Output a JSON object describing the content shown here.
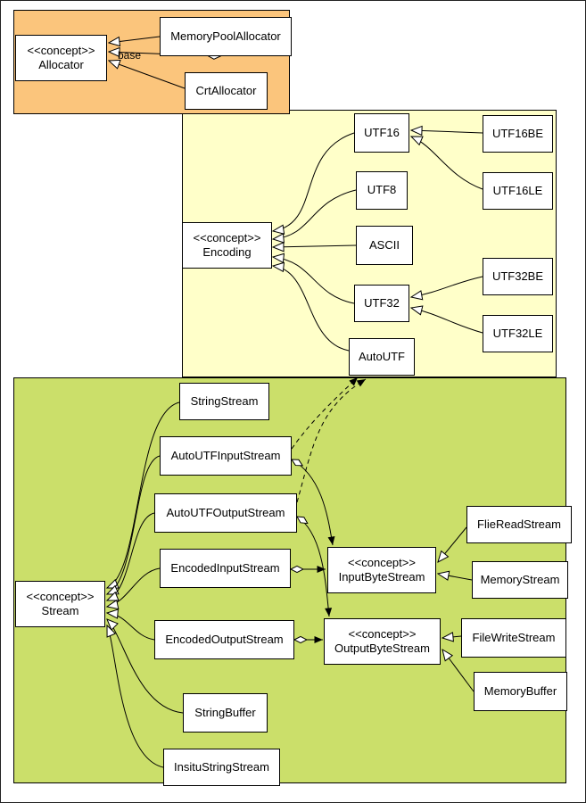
{
  "regions": {
    "allocators": {
      "color": "#fbc57c"
    },
    "encodings": {
      "color": "#ffffc9"
    },
    "streams": {
      "color": "#cbdf6a"
    }
  },
  "nodes": {
    "memoryPoolAllocator": {
      "label": "MemoryPoolAllocator"
    },
    "crtAllocator": {
      "label": "CrtAllocator"
    },
    "allocator": {
      "stereotype": "<<concept>>",
      "name": "Allocator"
    },
    "utf16": {
      "label": "UTF16"
    },
    "utf16be": {
      "label": "UTF16BE"
    },
    "utf16le": {
      "label": "UTF16LE"
    },
    "utf8": {
      "label": "UTF8"
    },
    "ascii": {
      "label": "ASCII"
    },
    "utf32": {
      "label": "UTF32"
    },
    "utf32be": {
      "label": "UTF32BE"
    },
    "utf32le": {
      "label": "UTF32LE"
    },
    "autoUtf": {
      "label": "AutoUTF"
    },
    "encoding": {
      "stereotype": "<<concept>>",
      "name": "Encoding"
    },
    "stringStream": {
      "label": "StringStream"
    },
    "autoUtfInputStream": {
      "label": "AutoUTFInputStream"
    },
    "autoUtfOutputStream": {
      "label": "AutoUTFOutputStream"
    },
    "encodedInputStream": {
      "label": "EncodedInputStream"
    },
    "encodedOutputStream": {
      "label": "EncodedOutputStream"
    },
    "stringBuffer": {
      "label": "StringBuffer"
    },
    "insituStringStream": {
      "label": "InsituStringStream"
    },
    "stream": {
      "stereotype": "<<concept>>",
      "name": "Stream"
    },
    "inputByteStream": {
      "stereotype": "<<concept>>",
      "name": "InputByteStream"
    },
    "outputByteStream": {
      "stereotype": "<<concept>>",
      "name": "OutputByteStream"
    },
    "flieReadStream": {
      "label": "FlieReadStream"
    },
    "memoryStream": {
      "label": "MemoryStream"
    },
    "fileWriteStream": {
      "label": "FileWriteStream"
    },
    "memoryBuffer": {
      "label": "MemoryBuffer"
    }
  },
  "edge_labels": {
    "base": "base"
  },
  "edges": [
    {
      "from": "MemoryPoolAllocator",
      "to": "Allocator",
      "type": "generalization"
    },
    {
      "from": "MemoryPoolAllocator",
      "to": "Allocator",
      "type": "aggregation",
      "label": "base"
    },
    {
      "from": "CrtAllocator",
      "to": "Allocator",
      "type": "generalization"
    },
    {
      "from": "UTF16",
      "to": "Encoding",
      "type": "generalization"
    },
    {
      "from": "UTF8",
      "to": "Encoding",
      "type": "generalization"
    },
    {
      "from": "ASCII",
      "to": "Encoding",
      "type": "generalization"
    },
    {
      "from": "UTF32",
      "to": "Encoding",
      "type": "generalization"
    },
    {
      "from": "AutoUTF",
      "to": "Encoding",
      "type": "generalization"
    },
    {
      "from": "UTF16BE",
      "to": "UTF16",
      "type": "generalization"
    },
    {
      "from": "UTF16LE",
      "to": "UTF16",
      "type": "generalization"
    },
    {
      "from": "UTF32BE",
      "to": "UTF32",
      "type": "generalization"
    },
    {
      "from": "UTF32LE",
      "to": "UTF32",
      "type": "generalization"
    },
    {
      "from": "StringStream",
      "to": "Stream",
      "type": "generalization"
    },
    {
      "from": "AutoUTFInputStream",
      "to": "Stream",
      "type": "generalization"
    },
    {
      "from": "AutoUTFOutputStream",
      "to": "Stream",
      "type": "generalization"
    },
    {
      "from": "EncodedInputStream",
      "to": "Stream",
      "type": "generalization"
    },
    {
      "from": "EncodedOutputStream",
      "to": "Stream",
      "type": "generalization"
    },
    {
      "from": "StringBuffer",
      "to": "Stream",
      "type": "generalization"
    },
    {
      "from": "InsituStringStream",
      "to": "Stream",
      "type": "generalization"
    },
    {
      "from": "FlieReadStream",
      "to": "InputByteStream",
      "type": "generalization"
    },
    {
      "from": "MemoryStream",
      "to": "InputByteStream",
      "type": "generalization"
    },
    {
      "from": "FileWriteStream",
      "to": "OutputByteStream",
      "type": "generalization"
    },
    {
      "from": "MemoryBuffer",
      "to": "OutputByteStream",
      "type": "generalization"
    },
    {
      "from": "EncodedInputStream",
      "to": "InputByteStream",
      "type": "aggregation-arrow"
    },
    {
      "from": "EncodedOutputStream",
      "to": "OutputByteStream",
      "type": "aggregation-arrow"
    },
    {
      "from": "AutoUTFInputStream",
      "to": "InputByteStream",
      "type": "aggregation-arrow"
    },
    {
      "from": "AutoUTFOutputStream",
      "to": "OutputByteStream",
      "type": "aggregation-arrow"
    },
    {
      "from": "AutoUTFInputStream",
      "to": "AutoUTF",
      "type": "dependency"
    },
    {
      "from": "AutoUTFOutputStream",
      "to": "AutoUTF",
      "type": "dependency"
    }
  ]
}
